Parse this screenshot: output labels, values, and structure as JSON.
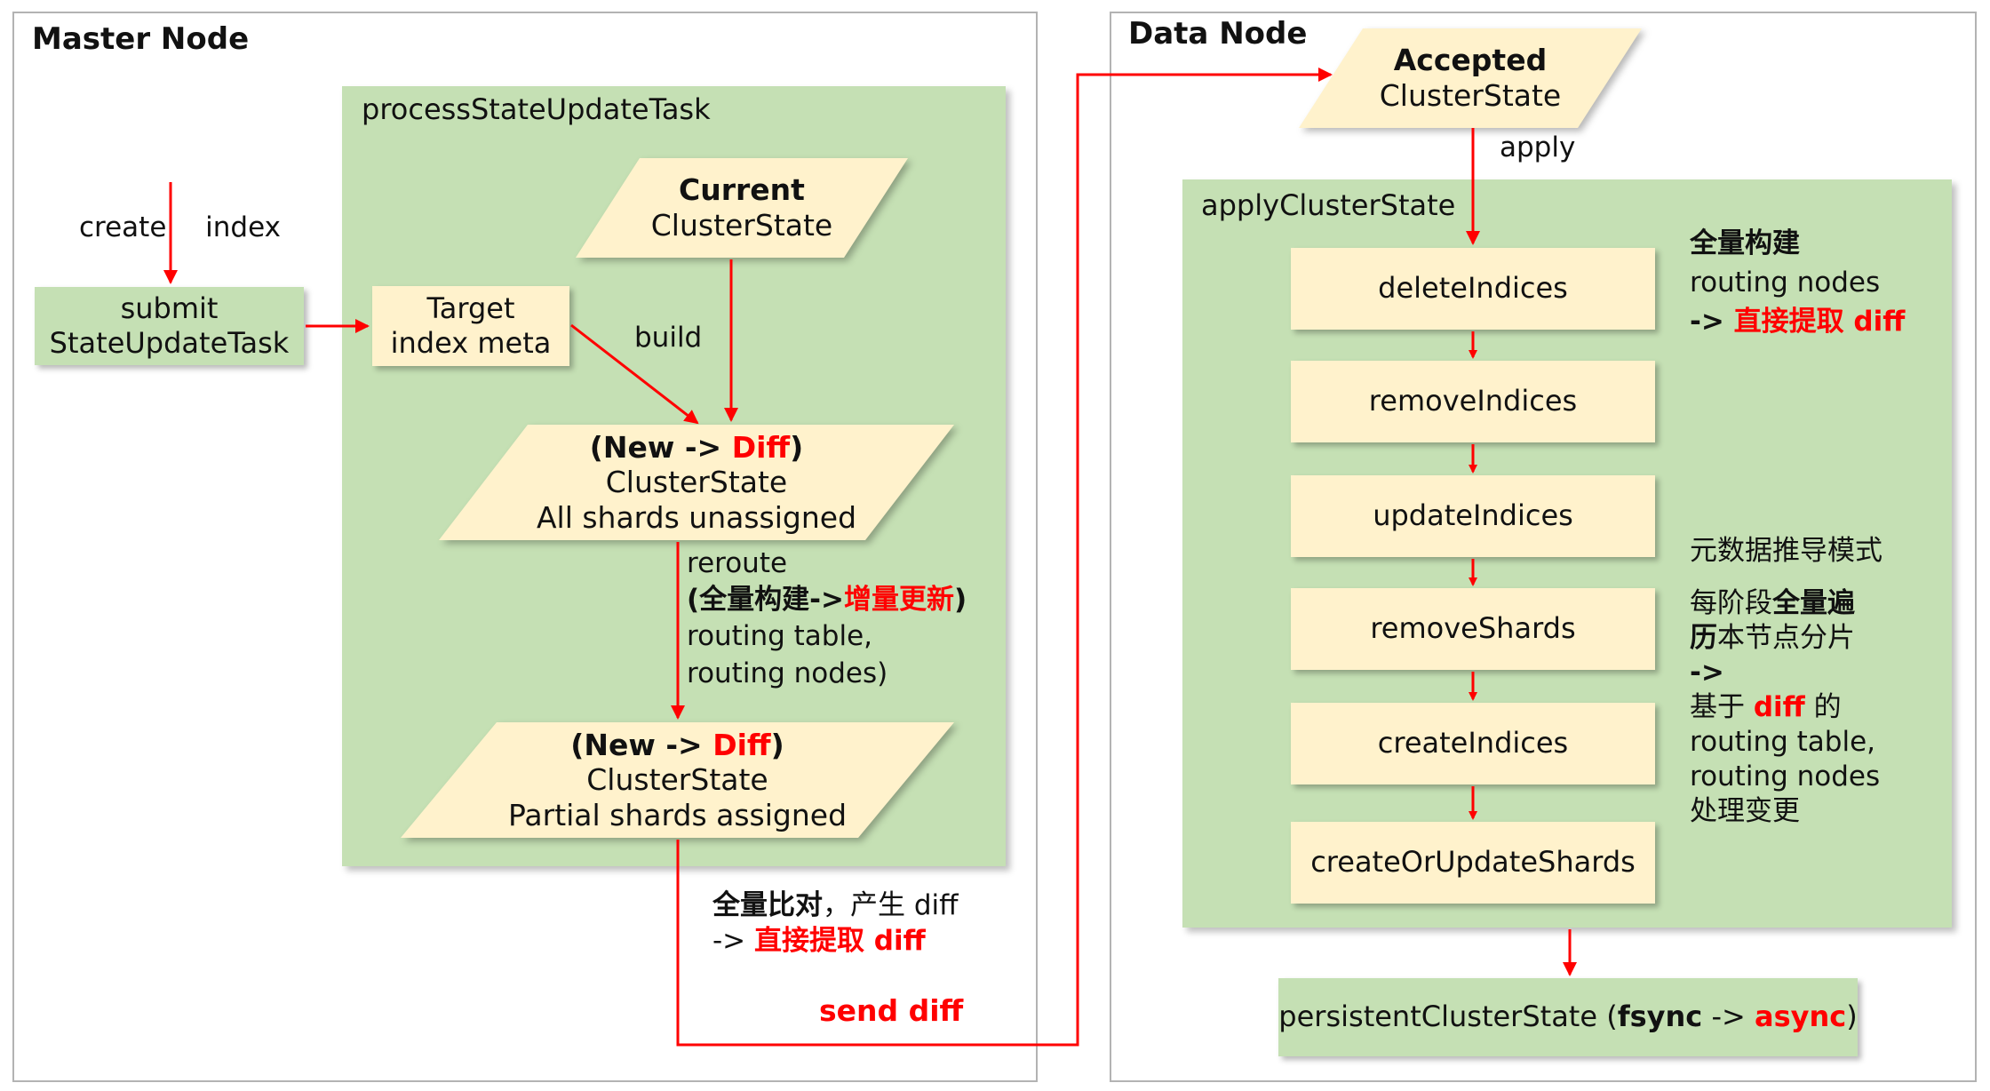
{
  "master": {
    "title": "Master Node",
    "create_label_a": "create",
    "create_label_b": "index",
    "submit": [
      "submit",
      "StateUpdateTask"
    ],
    "process_title": "processStateUpdateTask",
    "target": [
      "Target",
      "index meta"
    ],
    "current": {
      "bold": "Current",
      "sub": "ClusterState"
    },
    "build": "build",
    "new1": {
      "a": "(New -> ",
      "diff": "Diff",
      "c": ")",
      "line2": "ClusterState",
      "line3": "All shards unassigned"
    },
    "reroute": {
      "l1": "reroute",
      "l2_a": "(全量构建->",
      "l2_red": "增量更新",
      "l2_c": ")",
      "l3": "routing table,",
      "l4": "routing nodes)"
    },
    "new2": {
      "a": "(New -> ",
      "diff": "Diff",
      "c": ")",
      "line2": "ClusterState",
      "line3": "Partial shards assigned"
    },
    "compare": {
      "bold": "全量比对",
      "rest": "，产生 diff",
      "l2_a": "-> ",
      "l2_red": "直接提取 diff"
    },
    "send": "send diff"
  },
  "data": {
    "title": "Data Node",
    "accepted": {
      "bold": "Accepted",
      "sub": "ClusterState"
    },
    "apply": "apply",
    "apply_title": "applyClusterState",
    "stages": [
      "deleteIndices",
      "removeIndices",
      "updateIndices",
      "removeShards",
      "createIndices",
      "createOrUpdateShards"
    ],
    "note1": {
      "l1": "全量构建",
      "l2": "routing nodes",
      "l3_a": "-> ",
      "l3_red": "直接提取 diff"
    },
    "note2": {
      "l1": "元数据推导模式",
      "l2_a": "每阶段",
      "l2_b": "全量遍",
      "l3_a": "历",
      "l3_b": "本节点分片",
      "l4": "->",
      "l5_a": "基于 ",
      "l5_red": "diff",
      "l5_c": " 的",
      "l6": "routing table,",
      "l7": "routing nodes",
      "l8": "处理变更"
    },
    "persist": {
      "a": "persistentClusterState (",
      "b": "fsync",
      "c": " -> ",
      "red": "async",
      "d": ")"
    }
  },
  "colors": {
    "arrow": "#ff0000",
    "green": "#c5e0b4",
    "cream": "#fff2cc",
    "border": "#b3b3b3"
  }
}
